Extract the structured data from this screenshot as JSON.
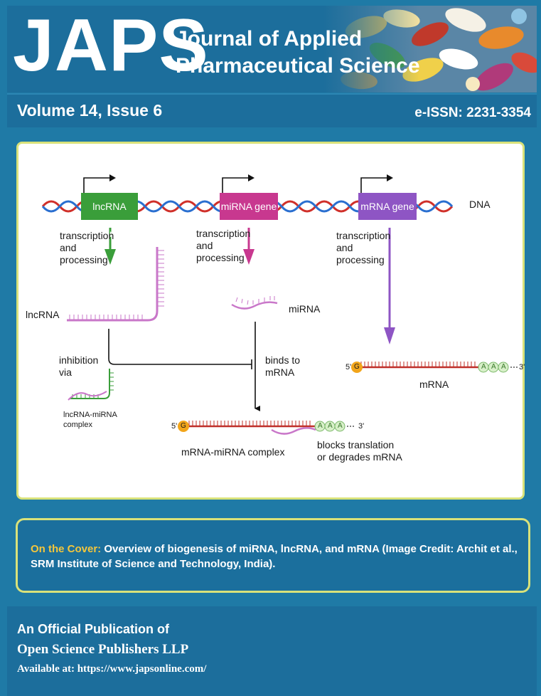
{
  "header": {
    "logo": "JAPS",
    "journal_line1": "Journal of Applied",
    "journal_line2": "Pharmaceutical Science"
  },
  "issue": {
    "volume": "Volume 14, Issue 6",
    "issn": "e-ISSN: 2231-3354"
  },
  "figure": {
    "genes": [
      "lncRNA gene",
      "miRNA gene",
      "mRNA gene"
    ],
    "dna_label": "DNA",
    "transcription_line1": "transcription",
    "transcription_line2": "and",
    "transcription_line3": "processing",
    "lncrna_label": "lncRNA",
    "mirna_label": "miRNA",
    "mrna_label": "mRNA",
    "inhibition_line1": "inhibition",
    "inhibition_line2": "via",
    "complex_line1": "lncRNA-miRNA",
    "complex_line2": "complex",
    "binds_line1": "binds to",
    "binds_line2": "mRNA",
    "mrna_mirna_complex": "mRNA-miRNA complex",
    "blocks_line1": "blocks translation",
    "blocks_line2": "or degrades mRNA",
    "five_prime": "5'",
    "three_prime": "3'",
    "cap": "G",
    "polya": "A"
  },
  "cover_note": {
    "label": "On the Cover:",
    "text": "Overview of biogenesis of miRNA, lncRNA, and mRNA (Image Credit: Archit et al., SRM Institute of Science and Technology, India)."
  },
  "footer": {
    "line1": "An Official Publication of",
    "line2": "Open Science Publishers LLP",
    "line3": "Available at: https://www.japsonline.com/"
  },
  "colors": {
    "background_blue": "#1f7aa6",
    "header_blue": "#1c6e9c",
    "accent_yellow": "#f4c63b",
    "frame_yellow": "#d9e27a",
    "lncrna_green": "#3a9e3a",
    "mirna_magenta": "#c8388f",
    "mrna_purple": "#8e55c4",
    "dna_red": "#d0302a",
    "dna_blue": "#2a6fd0",
    "rna_pink": "#c977c9"
  }
}
